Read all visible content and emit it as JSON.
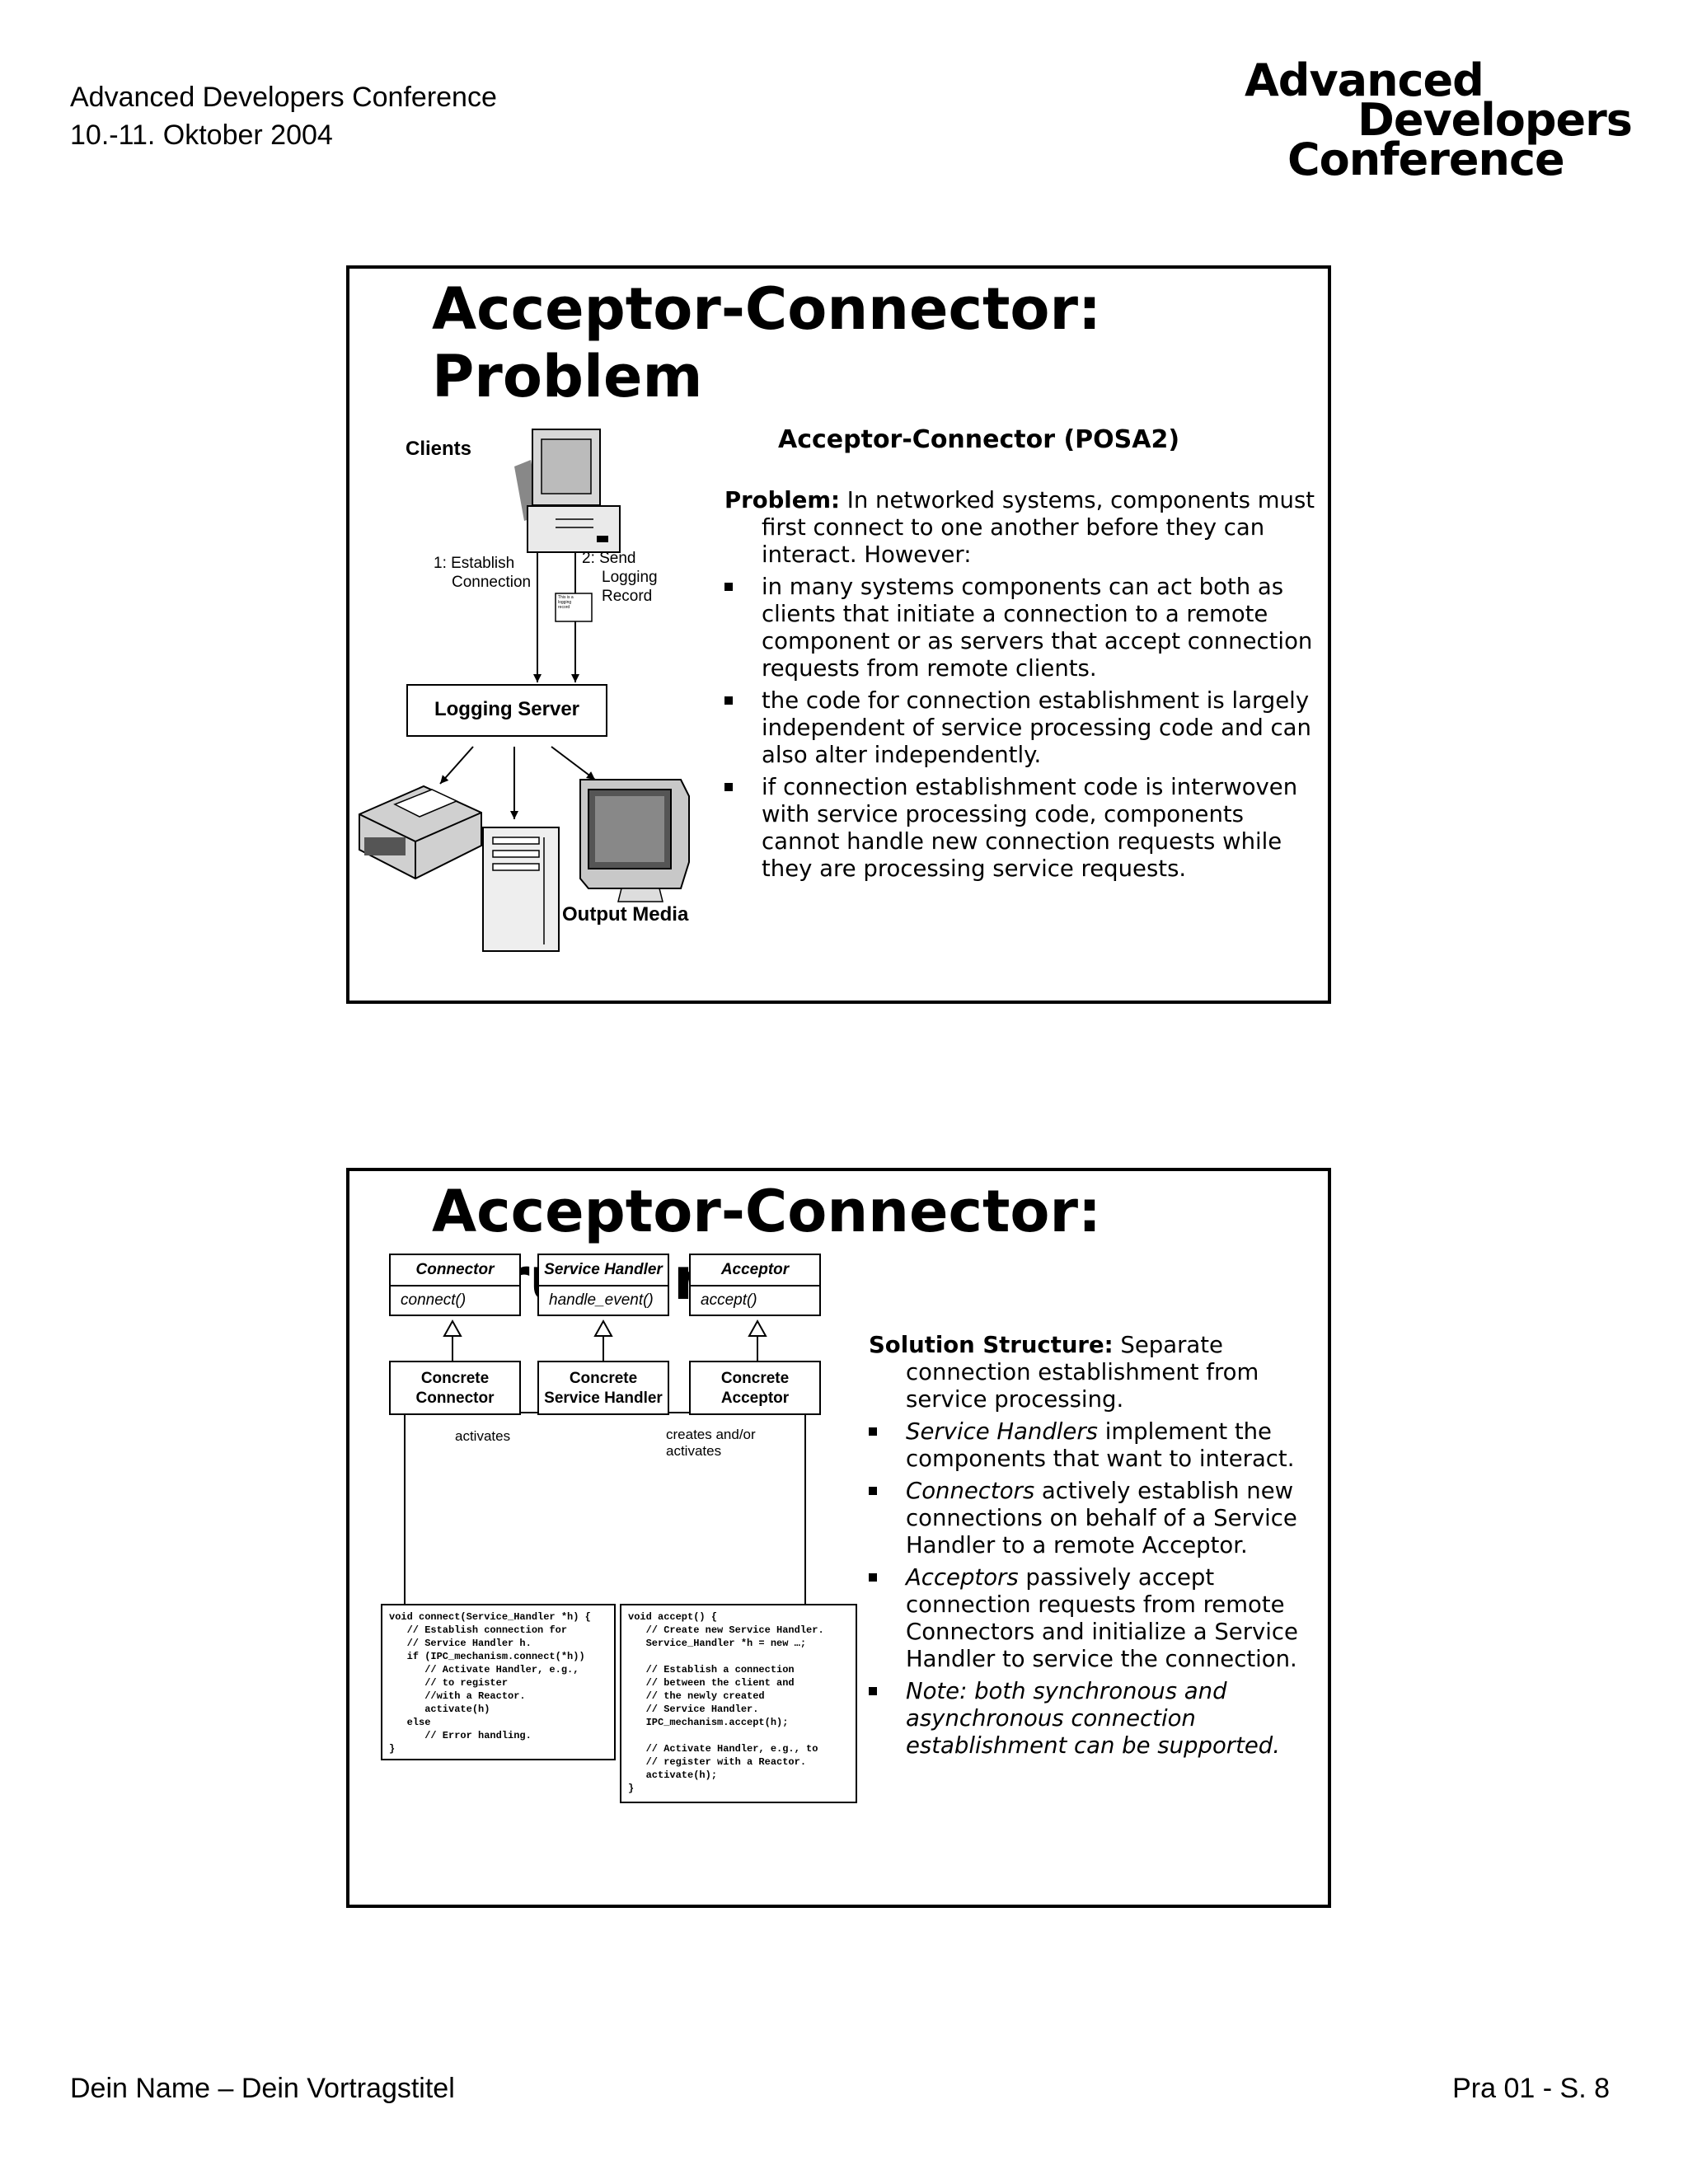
{
  "header": {
    "conference_line": "Advanced Developers Conference",
    "date_line": "10.-11. Oktober 2004",
    "logo_lines": [
      "Advanced",
      "Developers",
      "Conference"
    ]
  },
  "footer": {
    "left": "Dein Name – Dein Vortragstitel",
    "right": "Pra 01 - S. 8"
  },
  "slide1": {
    "title_lines": [
      "Acceptor-Connector:",
      "Problem"
    ],
    "diagram": {
      "clients_label": "Clients",
      "step1_label": [
        "1: Establish",
        "Connection"
      ],
      "step2_label": [
        "2: Send",
        "Logging",
        "Record"
      ],
      "record_note": [
        "This is a",
        "logging",
        "record"
      ],
      "server_label": "Logging Server",
      "output_label": "Output Media"
    },
    "heading": "Acceptor-Connector (POSA2)",
    "problem_label": "Problem:",
    "problem_text": "In networked systems, components must first connect to one another before they can interact. However:",
    "bullets": [
      "in many systems components can act both as clients that initiate a connection to a remote component or as servers that accept connection requests from remote clients.",
      "the code for connection establishment is largely independent of service processing code and can also alter independently.",
      "if connection establishment code is interwoven with service processing code, components cannot handle new connection requests while they are processing service requests."
    ]
  },
  "slide2": {
    "title_lines": [
      "Acceptor-Connector:",
      "Structure"
    ],
    "uml": {
      "connector": {
        "name": "Connector",
        "method": "connect()"
      },
      "service_handler": {
        "name": "Service Handler",
        "method": "handle_event()"
      },
      "acceptor": {
        "name": "Acceptor",
        "method": "accept()"
      },
      "concrete_connector": [
        "Concrete",
        "Connector"
      ],
      "concrete_service_handler": [
        "Concrete",
        "Service Handler"
      ],
      "concrete_acceptor": [
        "Concrete",
        "Acceptor"
      ],
      "activates_label": "activates",
      "creates_label": [
        "creates and/or",
        "activates"
      ]
    },
    "code_connect": "void connect(Service_Handler *h) {\n   // Establish connection for\n   // Service Handler h.\n   if (IPC_mechanism.connect(*h))\n      // Activate Handler, e.g.,\n      // to register\n      //with a Reactor.\n      activate(h)\n   else\n      // Error handling.\n}",
    "code_accept": "void accept() {\n   // Create new Service Handler.\n   Service_Handler *h = new …;\n\n   // Establish a connection\n   // between the client and\n   // the newly created\n   // Service Handler.\n   IPC_mechanism.accept(h);\n\n   // Activate Handler, e.g., to\n   // register with a Reactor.\n   activate(h);\n}",
    "solution_label": "Solution Structure:",
    "solution_text": "Separate connection establishment from service processing.",
    "bullets": [
      {
        "term": "Service Handlers",
        "rest": " implement the components that want to interact."
      },
      {
        "term": "Connectors",
        "rest": " actively establish new connections on behalf of a Service Handler to a remote Acceptor."
      },
      {
        "term": "Acceptors",
        "rest": " passively accept connection requests from remote Connectors and initialize a Service Handler to service the connection."
      }
    ],
    "note": "Note: both synchronous and asynchronous connection establishment can be supported."
  }
}
